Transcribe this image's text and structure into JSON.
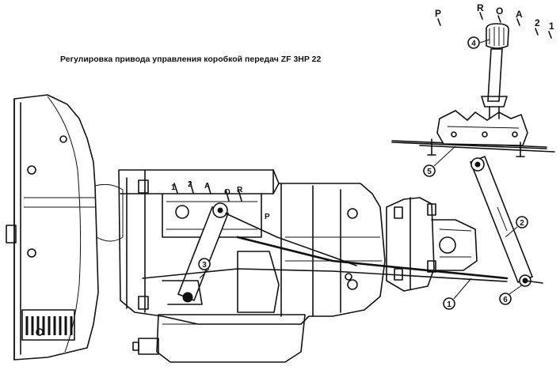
{
  "caption": "Регулировка привода управления коробкой передач ZF 3HP 22",
  "selector_top": [
    "P",
    "R",
    "O",
    "A",
    "2",
    "1"
  ],
  "selector_body": [
    "1",
    "2",
    "A",
    "O",
    "R",
    "P"
  ],
  "callouts": [
    "1",
    "2",
    "3",
    "4",
    "5",
    "6"
  ]
}
